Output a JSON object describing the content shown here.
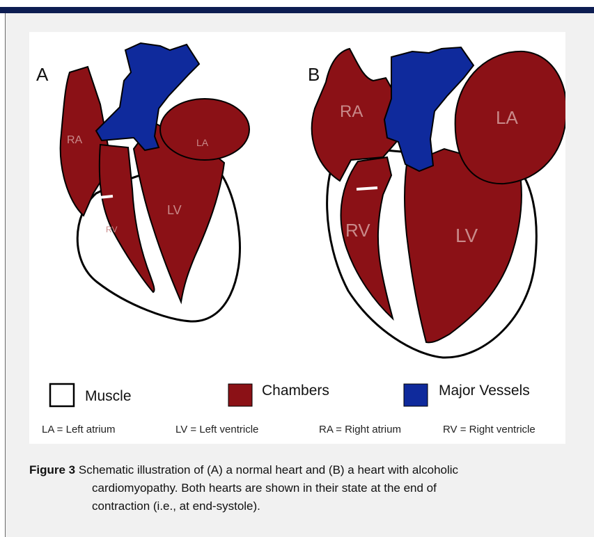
{
  "figure": {
    "panels": [
      {
        "letter": "A",
        "labels": {
          "ra": "RA",
          "la": "LA",
          "rv": "RV",
          "lv": "LV"
        }
      },
      {
        "letter": "B",
        "labels": {
          "ra": "RA",
          "la": "LA",
          "rv": "RV",
          "lv": "LV"
        }
      }
    ],
    "legend": [
      {
        "label": "Muscle",
        "color": "#ffffff"
      },
      {
        "label": "Chambers",
        "color": "#8b1116"
      },
      {
        "label": "Major Vessels",
        "color": "#0f2a9c"
      }
    ],
    "abbreviations": [
      "LA = Left atrium",
      "LV = Left ventricle",
      "RA = Right atrium",
      "RV = Right ventricle"
    ],
    "colors": {
      "chamber": "#8b1116",
      "vessel": "#0f2a9c",
      "outline": "#000000",
      "top_bar": "#0d1d52",
      "panel_background": "#f1f1f1"
    }
  },
  "caption": {
    "label": "Figure 3",
    "text_line1": "Schematic illustration of (A) a normal heart and (B) a heart with alcoholic",
    "text_line2": "cardiomyopathy. Both hearts are shown in their state at the end of",
    "text_line3": "contraction (i.e., at end-systole)."
  }
}
